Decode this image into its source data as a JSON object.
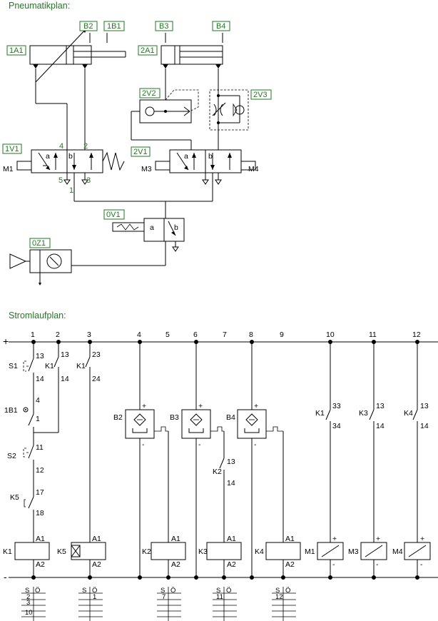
{
  "titles": {
    "pneumatic": "Pneumatikplan:",
    "circuit": "Stromlaufplan:"
  },
  "pneumatic": {
    "label_b2": "B2",
    "label_1b1": "1B1",
    "label_b3": "B3",
    "label_b4": "B4",
    "label_1a1": "1A1",
    "label_2a1": "2A1",
    "label_2v2": "2V2",
    "label_2v3": "2V3",
    "label_1v1": "1V1",
    "label_2v1": "2V1",
    "label_0v1": "0V1",
    "label_0z1": "0Z1",
    "m1": "M1",
    "m3": "M3",
    "m4": "M4",
    "port_4": "4",
    "port_2": "2",
    "port_5": "5",
    "port_3": "3",
    "port_1": "1",
    "pos_a": "a",
    "pos_b": "b"
  },
  "circuit": {
    "rail_plus": "+",
    "rail_minus": "-",
    "columns": [
      "1",
      "2",
      "3",
      "4",
      "5",
      "6",
      "7",
      "8",
      "9",
      "10",
      "11",
      "12"
    ],
    "s1": "S1",
    "k1": "K1",
    "k1b": "K1",
    "k1c": "K1",
    "k3": "K3",
    "k4": "K4",
    "k2": "K2",
    "s2": "S2",
    "k5": "K5",
    "b2": "B2",
    "b3": "B3",
    "b4": "B4",
    "onebone": "1B1",
    "n13": "13",
    "n14": "14",
    "n23": "23",
    "n24": "24",
    "n33": "33",
    "n34": "34",
    "n4": "4",
    "n1": "1",
    "n11": "11",
    "n12": "12",
    "n17": "17",
    "n18": "18",
    "a1": "A1",
    "a2": "A2",
    "coils": [
      "K1",
      "K5",
      "K2",
      "K3",
      "K4",
      "M1",
      "M3",
      "M4"
    ],
    "sensor_plus": "+",
    "sensor_minus": "-",
    "contact_tables": [
      {
        "s": "S",
        "o": "Ö",
        "rows": [
          "2",
          "3",
          "10"
        ]
      },
      {
        "s": "S",
        "o": "Ö",
        "rows": [
          "1"
        ]
      },
      {
        "s": "S",
        "o": "Ö",
        "rows": [
          "7"
        ]
      },
      {
        "s": "S",
        "o": "Ö",
        "rows": [
          "11"
        ]
      },
      {
        "s": "S",
        "o": "Ö",
        "rows": [
          "12"
        ]
      }
    ]
  }
}
